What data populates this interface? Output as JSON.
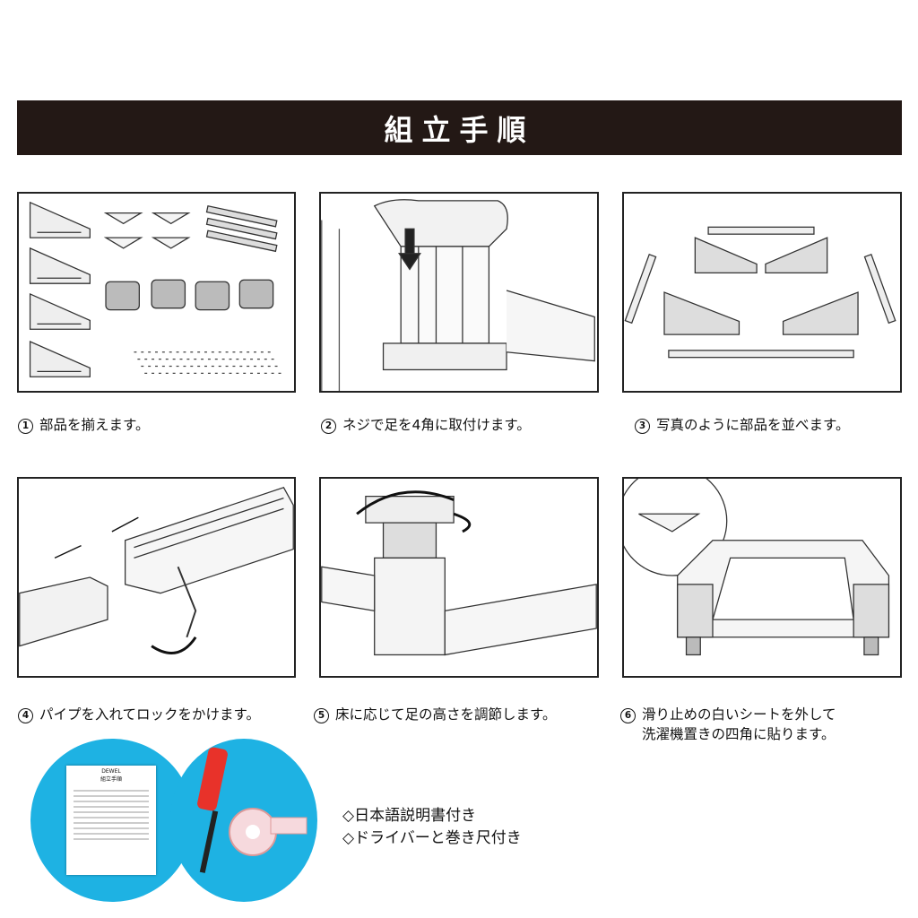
{
  "header": {
    "title": "組立手順"
  },
  "steps": [
    {
      "num": "1",
      "text": "部品を揃えます。"
    },
    {
      "num": "2",
      "text": "ネジで足を4角に取付けます。"
    },
    {
      "num": "3",
      "text": "写真のように部品を並べます。"
    },
    {
      "num": "4",
      "text": "パイプを入れてロックをかけます。"
    },
    {
      "num": "5",
      "text": "床に応じて足の高さを調節します。"
    },
    {
      "num": "6",
      "text": "滑り止めの白いシートを外して",
      "text2": "洗濯機置きの四角に貼ります。"
    }
  ],
  "manual": {
    "brand": "DEWEL",
    "title": "組立手順"
  },
  "notes": [
    "◇日本語説明書付き",
    "◇ドライバーと巻き尺付き"
  ],
  "colors": {
    "banner": "#231815",
    "circle_bg": "#1eb2e3",
    "driver_handle": "#e8322a"
  }
}
